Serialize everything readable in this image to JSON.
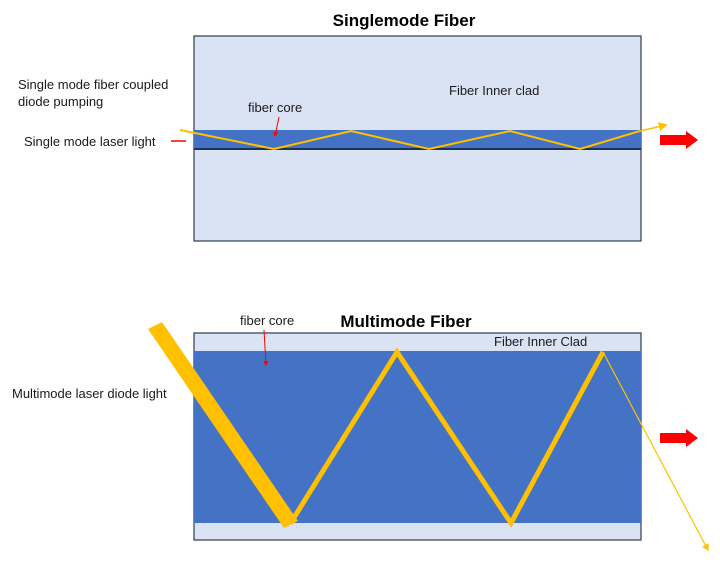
{
  "singlemode": {
    "title": "Singlemode Fiber",
    "pump_label_line1": "Single mode fiber coupled",
    "pump_label_line2": "diode pumping",
    "laser_label": "Single mode laser light",
    "core_label": "fiber core",
    "clad_label": "Fiber Inner clad"
  },
  "multimode": {
    "title": "Multimode Fiber",
    "core_label": "fiber core",
    "clad_label": "Fiber Inner Clad",
    "laser_label": "Multimode laser diode light"
  },
  "colors": {
    "clad": "#dae3f3",
    "clad_border": "#2f3b52",
    "core": "#4472c4",
    "light": "#ffc000",
    "arrow": "#ff0000"
  }
}
